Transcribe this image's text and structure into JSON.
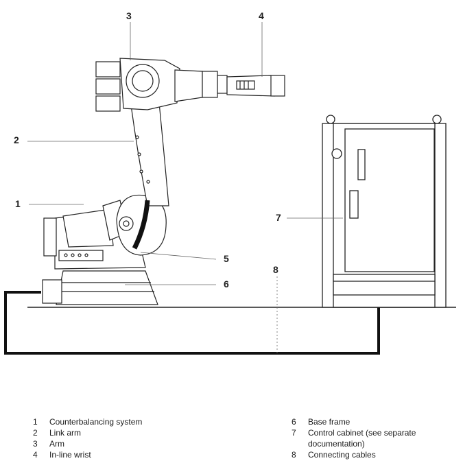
{
  "callouts": {
    "c1": "1",
    "c2": "2",
    "c3": "3",
    "c4": "4",
    "c5": "5",
    "c6": "6",
    "c7": "7",
    "c8": "8"
  },
  "legend": {
    "left": [
      {
        "num": "1",
        "text": "Counterbalancing system"
      },
      {
        "num": "2",
        "text": "Link arm"
      },
      {
        "num": "3",
        "text": "Arm"
      },
      {
        "num": "4",
        "text": "In-line wrist"
      }
    ],
    "right": [
      {
        "num": "6",
        "text": "Base frame"
      },
      {
        "num": "7",
        "text": "Control cabinet (see separate"
      },
      {
        "num": "",
        "text": "documentation)"
      },
      {
        "num": "8",
        "text": "Connecting cables"
      }
    ]
  },
  "colors": {
    "line": "#222222",
    "cable": "#111111",
    "leader": "#666666"
  }
}
